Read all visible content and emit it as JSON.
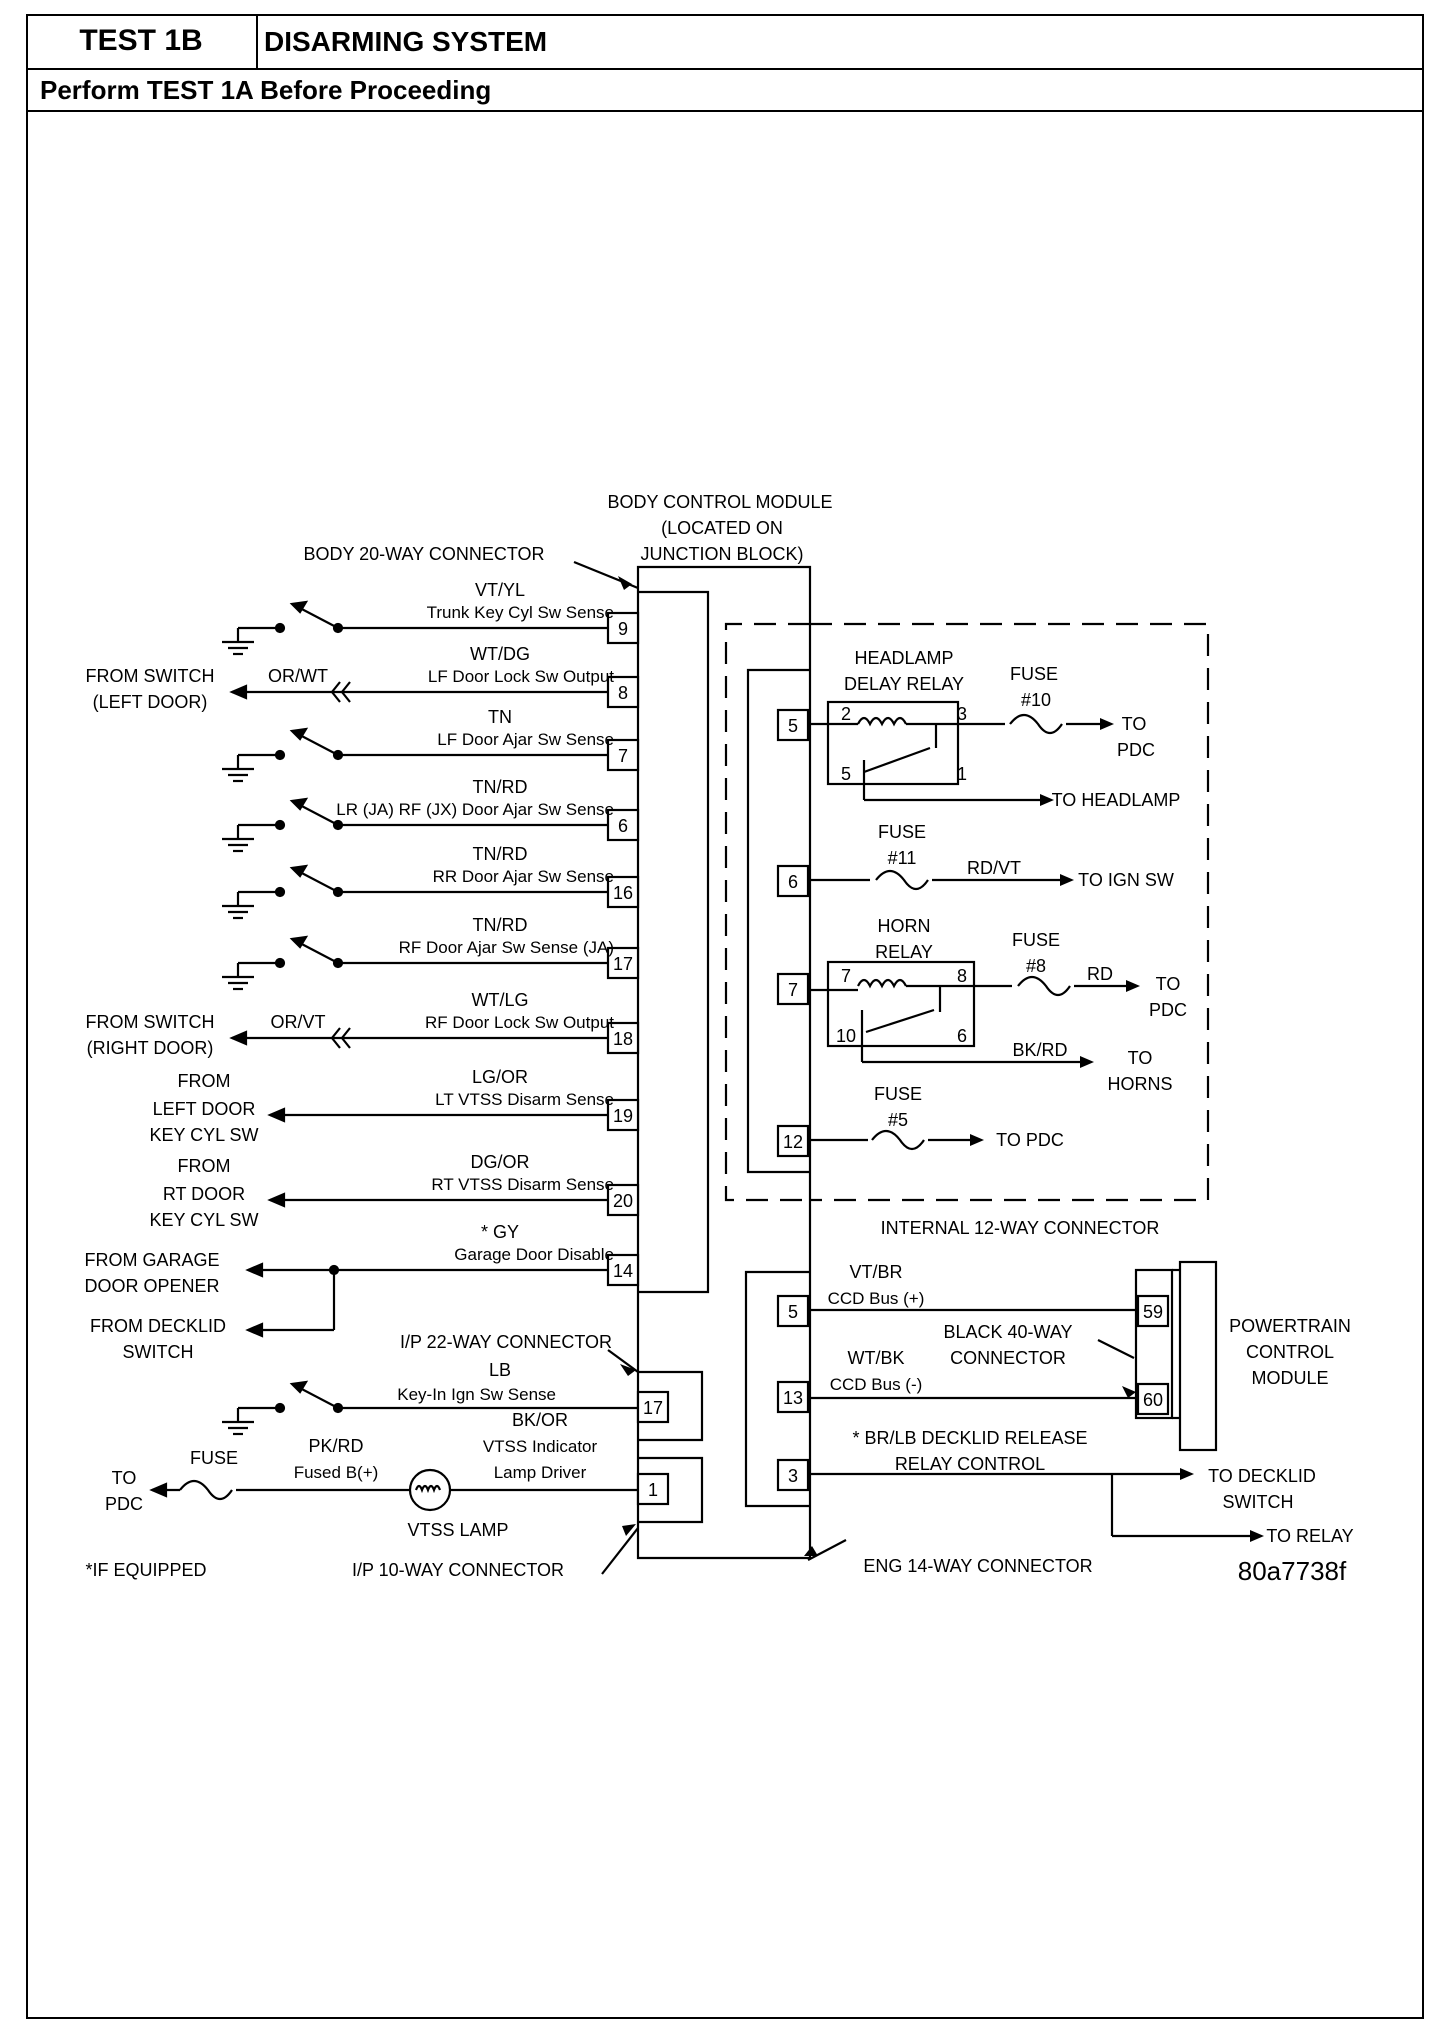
{
  "header": {
    "test_id": "TEST 1B",
    "title": "DISARMING SYSTEM",
    "subtitle": "Perform TEST 1A Before Proceeding"
  },
  "figure_id": "80a7738f",
  "modules": {
    "bcm": [
      "BODY CONTROL MODULE",
      "(LOCATED ON",
      "JUNCTION BLOCK)"
    ],
    "pcm": [
      "POWERTRAIN",
      "CONTROL",
      "MODULE"
    ]
  },
  "connectors": {
    "body20": "BODY 20-WAY CONNECTOR",
    "internal12": "INTERNAL 12-WAY CONNECTOR",
    "ip22": "I/P 22-WAY CONNECTOR",
    "ip10": "I/P 10-WAY CONNECTOR",
    "eng14": "ENG 14-WAY CONNECTOR",
    "black40": [
      "BLACK 40-WAY",
      "CONNECTOR"
    ]
  },
  "left_circuits": [
    {
      "pin": "9",
      "wire": "VT/YL",
      "signal": "Trunk Key Cyl Sw Sense",
      "end": "ground-switch",
      "source": []
    },
    {
      "pin": "8",
      "wire": "WT/DG",
      "signal": "LF Door Lock Sw Output",
      "end": "from-switch",
      "source": [
        "FROM SWITCH",
        "(LEFT DOOR)"
      ],
      "ext_wire": "OR/WT"
    },
    {
      "pin": "7",
      "wire": "TN",
      "signal": "LF Door Ajar Sw Sense",
      "end": "ground-switch",
      "source": []
    },
    {
      "pin": "6",
      "wire": "TN/RD",
      "signal": "LR (JA) RF (JX) Door Ajar Sw Sense",
      "end": "ground-switch",
      "source": []
    },
    {
      "pin": "16",
      "wire": "TN/RD",
      "signal": "RR Door Ajar Sw Sense",
      "end": "ground-switch",
      "source": []
    },
    {
      "pin": "17",
      "wire": "TN/RD",
      "signal": "RF Door Ajar Sw Sense (JA)",
      "end": "ground-switch",
      "source": []
    },
    {
      "pin": "18",
      "wire": "WT/LG",
      "signal": "RF Door Lock Sw Output",
      "end": "from-switch",
      "source": [
        "FROM SWITCH",
        "(RIGHT DOOR)"
      ],
      "ext_wire": "OR/VT"
    },
    {
      "pin": "19",
      "wire": "LG/OR",
      "signal": "LT VTSS Disarm Sense",
      "end": "arrow",
      "source": [
        "FROM",
        "LEFT DOOR",
        "KEY CYL SW"
      ]
    },
    {
      "pin": "20",
      "wire": "DG/OR",
      "signal": "RT VTSS Disarm Sense",
      "end": "arrow",
      "source": [
        "FROM",
        "RT DOOR",
        "KEY CYL SW"
      ]
    },
    {
      "pin": "14",
      "wire": "* GY",
      "signal": "Garage Door Disable",
      "end": "split",
      "source": [
        "FROM GARAGE",
        "DOOR OPENER"
      ],
      "source2": [
        "FROM DECKLID",
        "SWITCH"
      ]
    }
  ],
  "ip_circuits": {
    "key_in": {
      "pin": "17",
      "wire": "LB",
      "signal": "Key-In Ign Sw Sense"
    },
    "lamp": {
      "pin": "1",
      "wire": "PK/RD",
      "signal": "Fused B(+)",
      "wire2": "BK/OR",
      "signal2": [
        "VTSS Indicator",
        "Lamp Driver"
      ],
      "lamp_label": "VTSS LAMP",
      "fuse_label": "FUSE",
      "dest": [
        "TO",
        "PDC"
      ]
    }
  },
  "internal_circuits": {
    "headlamp_relay": {
      "pin": "5",
      "title": [
        "HEADLAMP",
        "DELAY RELAY"
      ],
      "terms": [
        "2",
        "3",
        "5",
        "1"
      ],
      "fuse": [
        "FUSE",
        "#10"
      ],
      "dest": [
        "TO",
        "PDC"
      ],
      "out": "TO HEADLAMP"
    },
    "ign": {
      "pin": "6",
      "fuse": [
        "FUSE",
        "#11"
      ],
      "wire": "RD/VT",
      "dest": "TO IGN SW"
    },
    "horn_relay": {
      "pin": "7",
      "title": [
        "HORN",
        "RELAY"
      ],
      "terms": [
        "7",
        "8",
        "10",
        "6"
      ],
      "fuse": [
        "FUSE",
        "#8"
      ],
      "wire": "RD",
      "dest": [
        "TO",
        "PDC"
      ],
      "wire2": "BK/RD",
      "dest2": [
        "TO",
        "HORNS"
      ]
    },
    "pdc": {
      "pin": "12",
      "fuse": [
        "FUSE",
        "#5"
      ],
      "dest": "TO PDC"
    }
  },
  "eng_circuits": [
    {
      "pin": "5",
      "wire": "VT/BR",
      "signal": "CCD Bus (+)",
      "pcm_pin": "59"
    },
    {
      "pin": "13",
      "wire": "WT/BK",
      "signal": "CCD Bus (-)",
      "pcm_pin": "60"
    },
    {
      "pin": "3",
      "signal": [
        "* BR/LB DECKLID RELEASE",
        "RELAY CONTROL"
      ],
      "dest": [
        "TO DECKLID",
        "SWITCH"
      ],
      "dest2": "TO RELAY"
    }
  ],
  "footnote": "*IF EQUIPPED"
}
